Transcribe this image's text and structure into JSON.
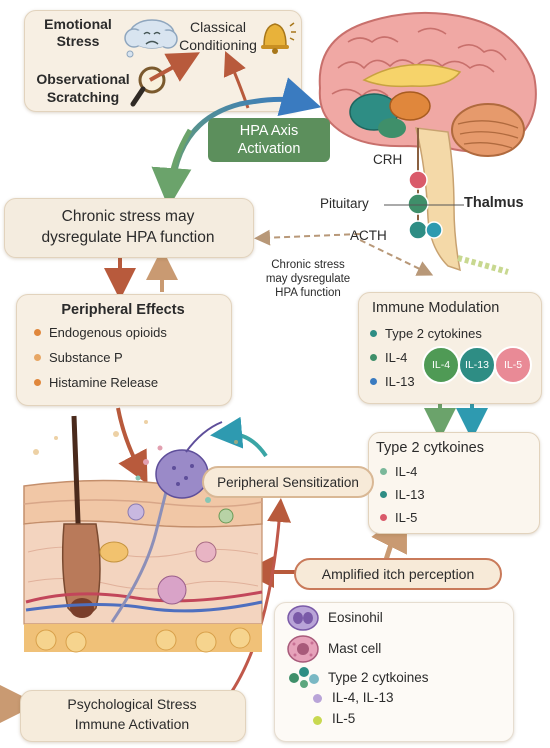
{
  "triggers": {
    "emotional_stress": [
      "Emotional",
      "Stress"
    ],
    "classical_conditioning": [
      "Classical",
      "Conditioning"
    ],
    "observational_scratching": [
      "Observational",
      "Scratching"
    ]
  },
  "hpa_activation": [
    "HPA Axis",
    "Activation"
  ],
  "brain": {
    "crh": "CRH",
    "pituitary": "Pituitary",
    "acth": "ACTH",
    "thalamus": "Thalmus"
  },
  "chronic_box": [
    "Chronic stress may",
    "dysregulate HPA function"
  ],
  "chronic_note": [
    "Chronic stress",
    "may dysregulate",
    "HPA function"
  ],
  "peripheral_effects": {
    "title": "Peripheral Effects",
    "items": [
      "Endogenous opioids",
      "Substance P",
      "Histamine Release"
    ]
  },
  "immune_modulation": {
    "title": "Immune Modulation",
    "items": [
      "Type 2 cytokines",
      "IL-4",
      "IL-13"
    ],
    "bubbles": [
      "IL-4",
      "IL-13",
      "IL-5"
    ]
  },
  "type2_box": {
    "title": "Type 2 cytkoines",
    "items": [
      "IL-4",
      "IL-13",
      "IL-5"
    ]
  },
  "peripheral_sensitization": "Peripheral Sensitization",
  "amplified_itch": "Amplified itch perception",
  "legend": {
    "eosinophil": "Eosinohil",
    "mast_cell": "Mast cell",
    "type2": "Type 2 cytkoines",
    "il4_13": "IL-4, IL-13",
    "il5": "IL-5"
  },
  "psych_box": {
    "line1": "Psychological Stress",
    "line2": "Immune Activation"
  },
  "colors": {
    "teal": "#2e8d84",
    "green_teal": "#3f8f6a",
    "pink": "#d95a6a",
    "blue": "#3a7bc0",
    "orange": "#e0873c",
    "brown_arrow": "#b85a3c",
    "hpa_green": "#5c8f5c"
  }
}
